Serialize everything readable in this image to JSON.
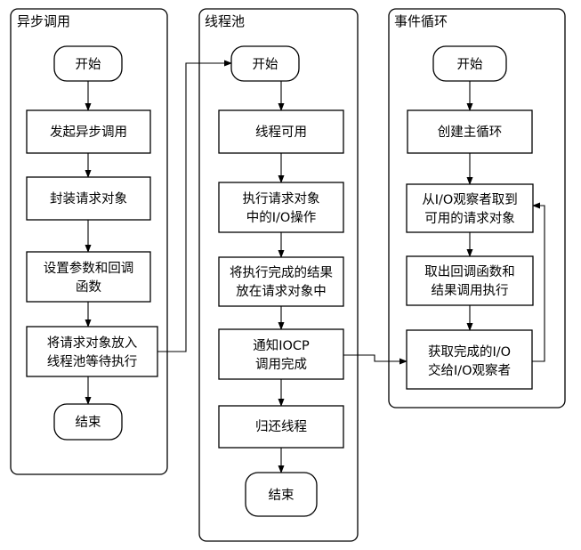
{
  "lanes": [
    {
      "title": "异步调用"
    },
    {
      "title": "线程池"
    },
    {
      "title": "事件循环"
    }
  ],
  "nodes": {
    "a_start": {
      "lines": [
        "开始"
      ]
    },
    "a1": {
      "lines": [
        "发起异步调用"
      ]
    },
    "a2": {
      "lines": [
        "封装请求对象"
      ]
    },
    "a3": {
      "lines": [
        "设置参数和回调",
        "函数"
      ]
    },
    "a4": {
      "lines": [
        "将请求对象放入",
        "线程池等待执行"
      ]
    },
    "a_end": {
      "lines": [
        "结束"
      ]
    },
    "b_start": {
      "lines": [
        "开始"
      ]
    },
    "b1": {
      "lines": [
        "线程可用"
      ]
    },
    "b2": {
      "lines": [
        "执行请求对象",
        "中的I/O操作"
      ]
    },
    "b3": {
      "lines": [
        "将执行完成的结果",
        "放在请求对象中"
      ]
    },
    "b4": {
      "lines": [
        "通知IOCP",
        "调用完成"
      ]
    },
    "b5": {
      "lines": [
        "归还线程"
      ]
    },
    "b_end": {
      "lines": [
        "结束"
      ]
    },
    "c_start": {
      "lines": [
        "开始"
      ]
    },
    "c1": {
      "lines": [
        "创建主循环"
      ]
    },
    "c2": {
      "lines": [
        "从I/O观察者取到",
        "可用的请求对象"
      ]
    },
    "c3": {
      "lines": [
        "取出回调函数和",
        "结果调用执行"
      ]
    },
    "c4": {
      "lines": [
        "获取完成的I/O",
        "交给I/O观察者"
      ]
    }
  }
}
